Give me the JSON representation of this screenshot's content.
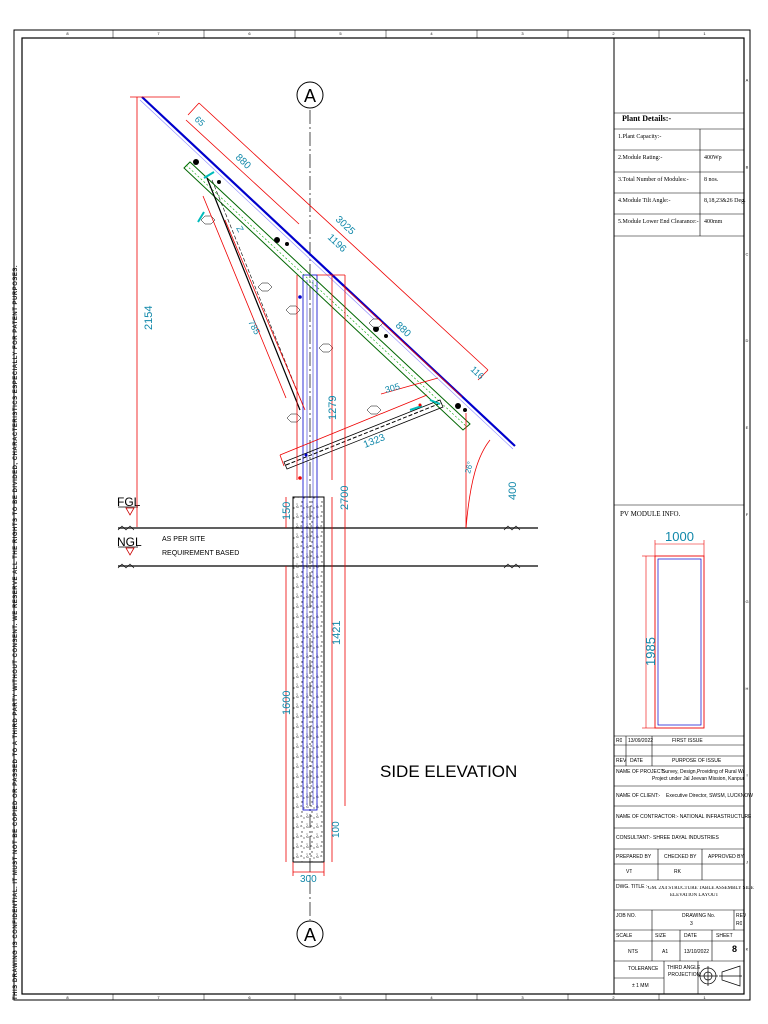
{
  "side_note": "THIS DRAWING IS CONFIDENTIAL. IT MUST NOT BE COPIED OR PASSED TO A THIRD PARTY WITHOUT CONSENT. WE RESERVE ALL THE RIGHTS TO BE DIVIDED, CHARACTERISTICS ESPECIALLY FOR PATENT PURPOSES.",
  "column_numbers": [
    "8",
    "7",
    "6",
    "5",
    "4",
    "3",
    "2",
    "1"
  ],
  "row_letters": [
    "A",
    "B",
    "C",
    "D",
    "E",
    "F",
    "G",
    "H",
    "I",
    "J",
    "K"
  ],
  "section_marker": "A",
  "drawing": {
    "title": "SIDE ELEVATION",
    "fgl": "FGL",
    "ngl": "NGL",
    "site_note_line1": "AS PER SITE",
    "site_note_line2": "REQUIREMENT BASED",
    "dims": {
      "d3025": "3025",
      "d880a": "880",
      "d880b": "880",
      "d1196": "1196",
      "d65": "65",
      "d116": "116",
      "d2154": "2154",
      "d1279": "1279",
      "d2700": "2700",
      "d305": "305",
      "d1323": "1323",
      "d400": "400",
      "d150": "150",
      "d1421": "1421",
      "d1600": "1600",
      "d100": "100",
      "d300": "300",
      "d785": "785",
      "d2": "Z",
      "angle": "26°"
    }
  },
  "plant_details": {
    "title": "Plant Details:-",
    "rows": [
      {
        "label": "1.Plant Capacity:-",
        "value": ""
      },
      {
        "label": "2.Module Rating:-",
        "value": "400Wp"
      },
      {
        "label": "3.Total Number of Modules:-",
        "value": "8 nos."
      },
      {
        "label": "4.Module Tilt Angle:-",
        "value": "8,18,23&26 Deg."
      },
      {
        "label": "5.Module Lower End Clearance:-",
        "value": "400mm"
      }
    ]
  },
  "pv_module": {
    "title": "PV MODULE INFO.",
    "width": "1000",
    "height": "1985"
  },
  "title_block": {
    "rev": "R0",
    "rev_date": "13/09/2022",
    "rev_purpose": "FIRST ISSUE",
    "hdr_rev": "REV",
    "hdr_date": "DATE",
    "hdr_purpose": "PURPOSE OF ISSUE",
    "project_label": "NAME OF PROJECT:-",
    "project_line1": "Survey, Design,Providing of Rural Water Supply",
    "project_line2": "Project under Jal Jeevan Mission, Kanpur Division(U.P.)",
    "client_label": "NAME OF CLIENT:-",
    "client": "Executive Director, SWSM, LUCKNOW",
    "contractor": "NAME OF CONTRACTOR:- NATIONAL INFRASTRUCTURE",
    "consultant": "CONSULTANT:- SHREE DAYAL INDUSTRIES",
    "prepared_label": "PREPARED BY",
    "checked_label": "CHECKED BY",
    "approved_label": "APPROVED BY",
    "prepared": "VT",
    "checked": "RK",
    "approved": "",
    "dwg_title_label": "DWG. TITLE :-",
    "dwg_title_line1": "GM. 2X4 STRUCTURE TABLE ASSEMBLY SIDE",
    "dwg_title_line2": "ELEVATION LAYOUT",
    "job_no_label": "JOB NO.",
    "drawing_no_label": "DRAWING No.",
    "rev_label": "REV",
    "rev_value": "R0",
    "drawing_no_value": "3",
    "scale_label": "SCALE",
    "size_label": "SIZE",
    "date_label": "DATE",
    "sheet_label": "SHEET",
    "scale": "NTS",
    "size": "A1",
    "date": "13/10/2022",
    "sheet": "8",
    "tolerance_label": "TOLERANCE",
    "tolerance": "± 1 MM",
    "projection_line1": "THIRD ANGLE",
    "projection_line2": "PROJECTION"
  }
}
